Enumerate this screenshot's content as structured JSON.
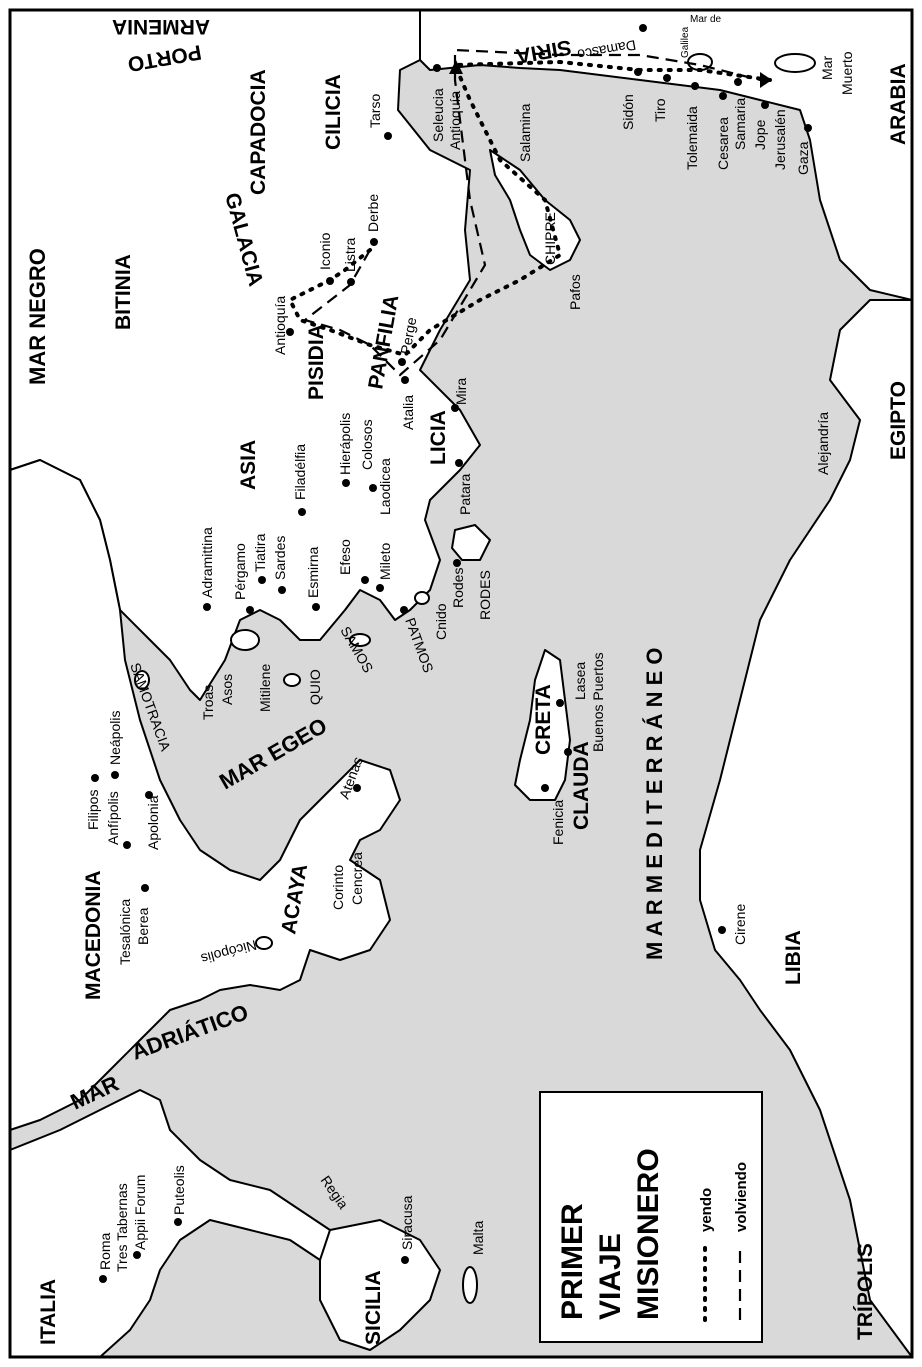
{
  "legend": {
    "title_line1": "PRIMER",
    "title_line2": "VIAJE",
    "title_line3": "MISIONERO",
    "going": "yendo",
    "returning": "volviendo"
  },
  "seas": {
    "mar_negro": "MAR NEGRO",
    "mar_egeo": "MAR EGEO",
    "mar_adriatico_1": "MAR",
    "mar_adriatico_2": "ADRIÁTICO",
    "mediterraneo": "M A R     M E D I T E R R Á N E O"
  },
  "regions": {
    "armenia": "ARMENIA",
    "porto": "PORTO",
    "capadocia": "CAPADOCIA",
    "cilicia": "CILICIA",
    "galacia": "GALACIA",
    "bitinia": "BITINIA",
    "pisidia": "PISIDIA",
    "panfilia": "PANFILIA",
    "asia": "ASIA",
    "licia": "LICIA",
    "siria": "SIRIA",
    "arabia": "ARABIA",
    "egipto": "EGIPTO",
    "libia": "LIBIA",
    "tripolis": "TRÍPOLIS",
    "macedonia": "MACEDONIA",
    "acaya": "ACAYA",
    "italia": "ITALIA",
    "sicilia": "SICILIA",
    "creta": "CRETA",
    "clauda": "CLAUDA",
    "chipre": "CHIPRE",
    "samotracia": "SAMOTRACIA",
    "quio": "QUIO",
    "samos": "SAMOS",
    "patmos": "PATMOS",
    "rodes_island": "RODES"
  },
  "cities": {
    "damasco": "Damasco",
    "mar_galilea_1": "Mar de",
    "mar_galilea_2": "Galilea",
    "mar_muerto_1": "Mar",
    "mar_muerto_2": "Muerto",
    "tarso": "Tarso",
    "seleucia": "Seleucia",
    "antioquia_siria": "Antioquía",
    "salamina": "Salamina",
    "pafos": "Pafos",
    "sidon": "Sidón",
    "tiro": "Tiro",
    "tolemaida": "Tolemaida",
    "cesarea": "Cesarea",
    "samaria": "Samaria",
    "jope": "Jope",
    "jerusalen": "Jerusalén",
    "gaza": "Gaza",
    "derbe": "Derbe",
    "listra": "Listra",
    "iconio": "Iconio",
    "antioquia_pisidia": "Antioquía",
    "perge": "Perge",
    "atalia": "Atalia",
    "mira": "Mira",
    "patara": "Patara",
    "hierapolis": "Hierápolis",
    "colosos": "Colosos",
    "laodicea": "Laodicea",
    "filadelfia": "Filadélfia",
    "adramittina": "Adramittina",
    "pergamo": "Pérgamo",
    "tiatira": "Tiatira",
    "sardes": "Sardes",
    "esmirna": "Esmirna",
    "efeso": "Efeso",
    "mileto": "Mileto",
    "cnido": "Cnido",
    "rodes": "Rodes",
    "troas": "Troas",
    "asos": "Asos",
    "mitilene": "Mitilene",
    "alejandria": "Alejandría",
    "cirene": "Cirene",
    "lasea": "Lasea",
    "buenos_puertos": "Buenos Puertos",
    "fenicia": "Fenicia",
    "neapolis": "Neápolis",
    "filipos": "Filipos",
    "anfipolis": "Anfípolis",
    "apolonia": "Apolonia",
    "tesalonica": "Tesalónica",
    "berea": "Berea",
    "atenas": "Atenas",
    "corinto": "Corinto",
    "cencrea": "Cencrea",
    "nicopolis": "Nicópolis",
    "roma": "Roma",
    "tres_tabernas": "Tres Tabernas",
    "appii_forum": "Appii Forum",
    "puteolis": "Puteolis",
    "regia": "Regia",
    "siracusa": "Siracusa",
    "malta": "Malta"
  }
}
